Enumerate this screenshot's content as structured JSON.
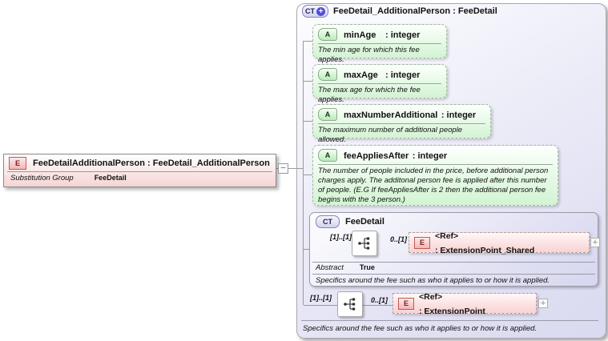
{
  "icons": {
    "element_letter": "E",
    "complex_type_letter": "CT",
    "attribute_letter": "A",
    "plus_badge": "+",
    "expand_symbol": "+",
    "collapse_symbol": "−"
  },
  "colors": {
    "element_pink": "#f6d4d4",
    "attribute_green": "#d2f4d2",
    "complex_type_lavender": "#d9d9f0",
    "element_icon_border": "#c05a5a",
    "connector_grey": "#9a9a9a",
    "plus_badge_blue": "#5050d8"
  },
  "root_element": {
    "title": "FeeDetailAdditionalPerson : FeeDetail_AdditionalPerson",
    "substitution_group_label": "Substitution Group",
    "substitution_group_value": "FeeDetail"
  },
  "complex_type": {
    "title": "FeeDetail_AdditionalPerson : FeeDetail",
    "attributes": [
      {
        "name": "minAge",
        "type": ": integer",
        "description": "The min age for which this fee applies."
      },
      {
        "name": "maxAge",
        "type": ": integer",
        "description": "The max age for which the fee applies."
      },
      {
        "name": "maxNumberAdditional",
        "type": ": integer",
        "description": "The maximum number of additional people allowed."
      },
      {
        "name": "feeAppliesAfter",
        "type": ": integer",
        "description": "The number of people included in the price, before additional person charges apply.  The additonal person fee is applied after this number of people.  (E.G If feeAppliesAfter is 2 then the additional person fee begins with the 3 person.)"
      }
    ],
    "base_type": {
      "title": "FeeDetail",
      "cardinality_left": "[1]..[1]",
      "cardinality_right": "0..[1]",
      "ref_name": "<Ref>",
      "ref_type": ": ExtensionPoint_Shared",
      "abstract_label": "Abstract",
      "abstract_value": "True",
      "description": "Specifics around the fee such as who it applies to or how it is applied."
    },
    "sequence": {
      "cardinality_left": "[1]..[1]",
      "cardinality_right": "0..[1]",
      "ref_name": "<Ref>",
      "ref_type": ": ExtensionPoint"
    },
    "description": "Specifics around the fee such as who it applies to or how it is applied."
  }
}
